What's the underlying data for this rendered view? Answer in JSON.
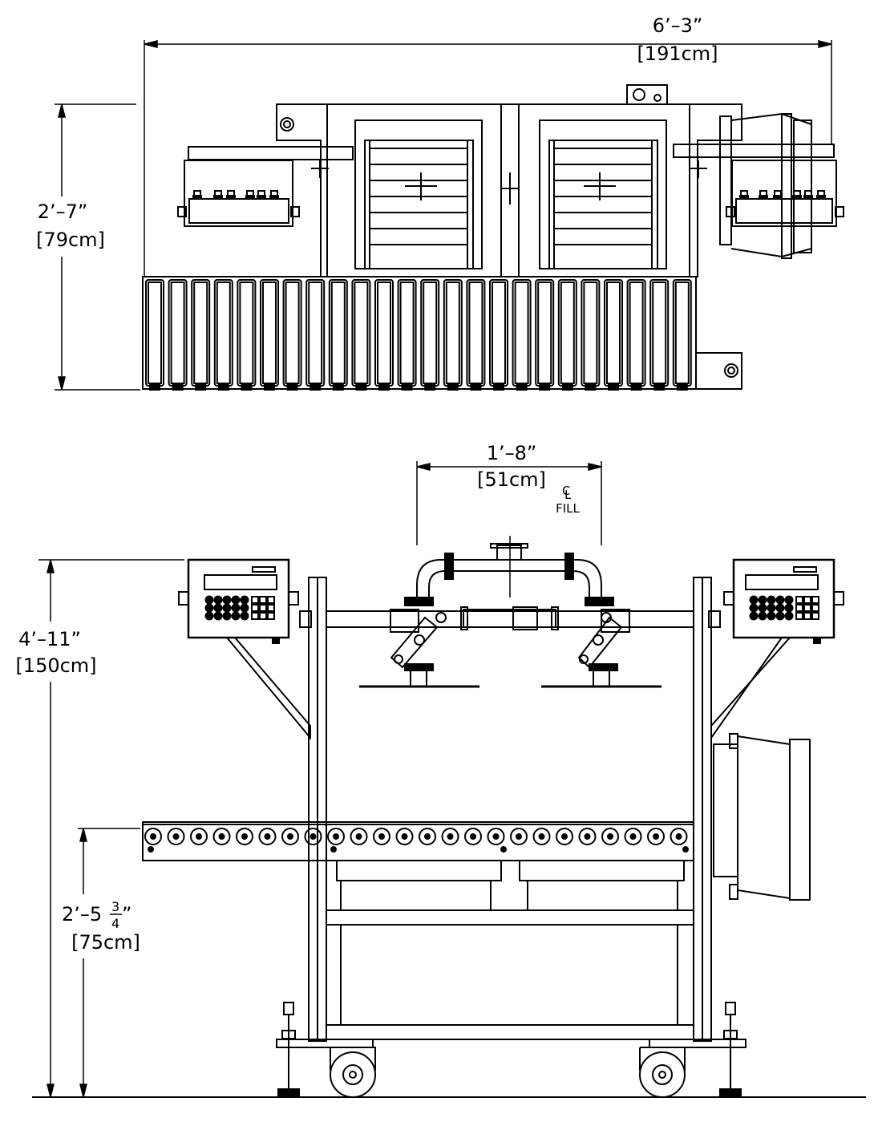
{
  "top_view": {
    "width_dimension": {
      "imperial": "6’–3”",
      "metric": "[191cm]"
    },
    "depth_dimension": {
      "imperial": "2’–7”",
      "metric": "[79cm]"
    }
  },
  "front_view": {
    "spacing_dimension": {
      "imperial": "1’–8”",
      "metric": "[51cm]"
    },
    "centerline_label": "FILL",
    "height_dimension": {
      "imperial": "4’–11”",
      "metric": "[150cm]"
    },
    "conveyor_height_dimension": {
      "imperial_whole": "2’–5",
      "fraction_num": "3",
      "fraction_den": "4",
      "inch_mark": "”",
      "metric": "[75cm]"
    }
  },
  "colors": {
    "line": "#000000",
    "background": "#ffffff"
  },
  "roller_counts": {
    "top_view_rollers": 24,
    "front_view_rollers": 24
  }
}
